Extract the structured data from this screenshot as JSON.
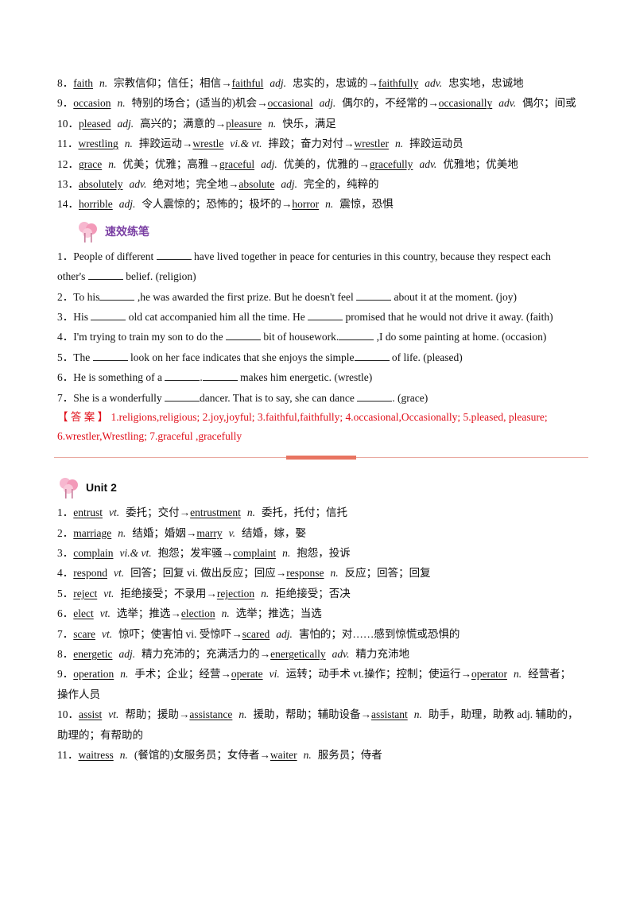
{
  "vocab_unit1_cont": [
    {
      "n": "8．",
      "w": "faith",
      "p": "n.",
      "t": "宗教信仰；信任；相信→",
      "w2": "faithful",
      "p2": "adj.",
      "t2": "忠实的，忠诚的→",
      "w3": "faithfully",
      "p3": "adv.",
      "t3": "忠实地，忠诚地"
    },
    {
      "n": "9．",
      "w": "occasion",
      "p": "n.",
      "t": "特别的场合；(适当的)机会→",
      "w2": "occasional",
      "p2": "adj.",
      "t2": "偶尔的，不经常的→",
      "w3": "occasionally",
      "p3": "adv.",
      "t3": "偶尔；间或"
    },
    {
      "n": "10．",
      "w": "pleased",
      "p": "adj.",
      "t": "高兴的；满意的→",
      "w2": "pleasure",
      "p2": "n.",
      "t2": "快乐，满足"
    },
    {
      "n": "11．",
      "w": "wrestling",
      "p": "n.",
      "t": "摔跤运动→",
      "w2": "wrestle",
      "p2": "vi.& vt.",
      "t2": "摔跤；奋力对付→",
      "w3": "wrestler",
      "p3": "n.",
      "t3": "摔跤运动员"
    },
    {
      "n": "12．",
      "w": "grace",
      "p": "n.",
      "t": "优美；优雅；高雅→",
      "w2": "graceful",
      "p2": "adj.",
      "t2": "优美的，优雅的→",
      "w3": "gracefully",
      "p3": "adv.",
      "t3": "优雅地；优美地"
    },
    {
      "n": "13．",
      "w": "absolutely",
      "p": "adv.",
      "t": "绝对地；完全地→",
      "w2": "absolute",
      "p2": "adj.",
      "t2": "完全的，纯粹的"
    },
    {
      "n": "14．",
      "w": "horrible",
      "p": "adj.",
      "t": "令人震惊的；恐怖的；极坏的→",
      "w2": "horror",
      "p2": "n.",
      "t2": "震惊，恐惧"
    }
  ],
  "practice": {
    "title": "速效练笔",
    "items": [
      {
        "n": "1．",
        "a": "People of different ",
        "b": " have lived together in peace for centuries in this country, because they respect each other's ",
        "c": " belief. (religion)"
      },
      {
        "n": "2．",
        "a": "To his",
        "b": " ,he was awarded the first prize. But he doesn't feel ",
        "c": " about it at the moment. (joy)"
      },
      {
        "n": "3．",
        "a": "His ",
        "b": " old cat accompanied him all the time. He ",
        "c": " promised   that he would not drive it away. (faith)"
      },
      {
        "n": "4．",
        "a": "I'm trying to train my son to do the ",
        "b": " bit of housework.",
        "c": " ,I do some painting at home. (occasion)"
      },
      {
        "n": "5．",
        "a": "The ",
        "b": " look on her face indicates that she enjoys the simple",
        "c": " of life. (pleased)"
      },
      {
        "n": "6．",
        "a": "He is something of a ",
        "b": ".",
        "c": "   makes him energetic. (wrestle)"
      },
      {
        "n": "7．",
        "a": "She is a wonderfully ",
        "b": "dancer. That is to say, she can dance ",
        "c": ".  (grace)"
      }
    ],
    "answer_label": "【 答 案 】",
    "answer_text": "1.religions,religious;      2.joy,joyful;      3.faithful,faithfully;  4.occasional,Occasionally;  5.pleased, pleasure;  6.wrestler,Wrestling;  7.graceful  ,gracefully"
  },
  "unit2": {
    "title": "Unit    2",
    "items": [
      {
        "n": "1．",
        "w": "entrust",
        "p": "vt.",
        "t": "委托；交付→",
        "w2": "entrustment",
        "p2": "n.",
        "t2": "委托，托付；信托"
      },
      {
        "n": "2．",
        "w": "marriage",
        "p": "n.",
        "t": "结婚；婚姻→",
        "w2": "marry",
        "p2": "v.",
        "t2": "结婚，嫁，娶"
      },
      {
        "n": "3．",
        "w": "complain",
        "p": "vi.& vt.",
        "t": "抱怨；发牢骚→",
        "w2": "complaint",
        "p2": "n.",
        "t2": "抱怨，投诉"
      },
      {
        "n": "4．",
        "w": "respond",
        "p": "vt.",
        "t": "回答；回复  vi.  做出反应；回应→",
        "w2": "response",
        "p2": "n.",
        "t2": "反应；回答；回复"
      },
      {
        "n": "5．",
        "w": "reject",
        "p": "vt.",
        "t": "拒绝接受；不录用→",
        "w2": "rejection",
        "p2": "n.",
        "t2": "拒绝接受；否决"
      },
      {
        "n": "6．",
        "w": "elect",
        "p": "vt.",
        "t": "选举；推选→",
        "w2": "election",
        "p2": "n.",
        "t2": "选举；推选；当选"
      },
      {
        "n": "7．",
        "w": "scare",
        "p": "vt.",
        "t": "惊吓；使害怕  vi.  受惊吓→",
        "w2": "scared",
        "p2": "adj.",
        "t2": "害怕的；对……感到惊慌或恐惧的"
      },
      {
        "n": "8．",
        "w": "energetic",
        "p": "adj.",
        "t": "精力充沛的；充满活力的→",
        "w2": "energetically",
        "p2": "adv.",
        "t2": "精力充沛地"
      },
      {
        "n": "9．",
        "w": "operation",
        "p": "n.",
        "t": "手术；企业；经营→",
        "w2": "operate",
        "p2": "vi.",
        "t2": "运转；动手术   vt.操作；控制；使运行→",
        "w3": "operator",
        "p3": "n.",
        "t3": "经营者；操作人员"
      },
      {
        "n": "10．",
        "w": "assist",
        "p": "vt.",
        "t": "帮助；援助→",
        "w2": "assistance",
        "p2": "n.",
        "t2": "援助，帮助；辅助设备→",
        "w3": "assistant",
        "p3": "n.",
        "t3": "助手，助理，助教  adj.  辅助的，助理的；有帮助的"
      },
      {
        "n": "11．",
        "w": "waitress",
        "p": "n.",
        "t": "(餐馆的)女服务员；女侍者→",
        "w2": "waiter",
        "p2": "n.",
        "t2": "服务员；侍者"
      }
    ]
  },
  "colors": {
    "answer": "#e0101b",
    "section_title": "#7a3fa3",
    "divider": "#e87461"
  },
  "icons": {
    "section": "blossom-tree-icon"
  }
}
